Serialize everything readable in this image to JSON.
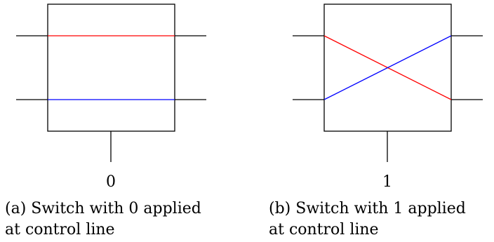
{
  "colors": {
    "line_top": "#ff0000",
    "line_bottom": "#0000ff",
    "outline": "#000000"
  },
  "panels": [
    {
      "control_value": "0",
      "caption_line1": "(a) Switch with 0 applied",
      "caption_line2": "at control line"
    },
    {
      "control_value": "1",
      "caption_line1": "(b) Switch with 1 applied",
      "caption_line2": "at control line"
    }
  ]
}
